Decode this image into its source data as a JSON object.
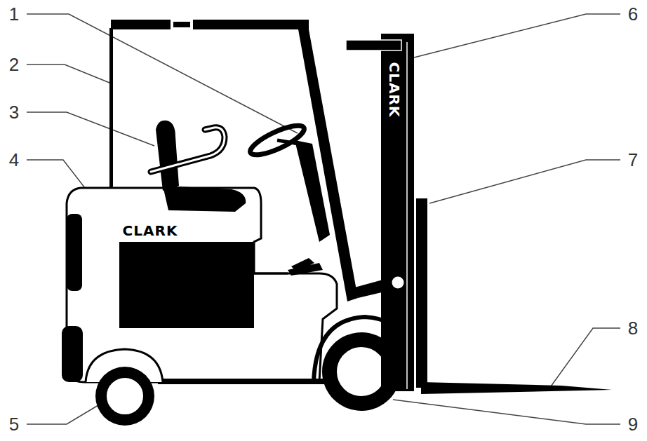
{
  "diagram": {
    "labels": [
      "1",
      "2",
      "3",
      "4",
      "5",
      "6",
      "7",
      "8",
      "9",
      "CLARK",
      "CLARK"
    ]
  }
}
